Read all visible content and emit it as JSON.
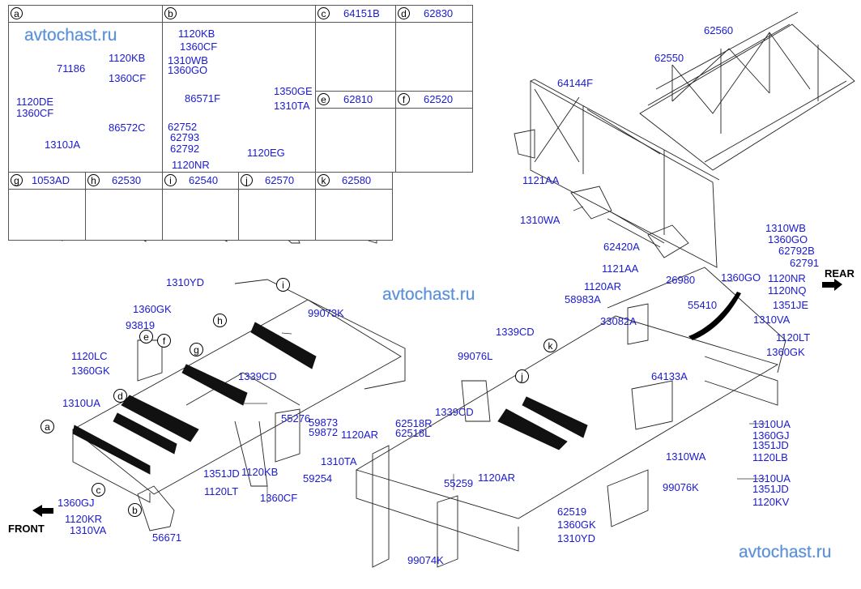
{
  "watermark": "avtochast.ru",
  "directions": {
    "front": "FRONT",
    "rear": "REAR"
  },
  "detail_cells": [
    {
      "letter": "a",
      "title": ""
    },
    {
      "letter": "b",
      "title": ""
    },
    {
      "letter": "c",
      "title": "64151B"
    },
    {
      "letter": "d",
      "title": "62830"
    },
    {
      "letter": "e",
      "title": "62810"
    },
    {
      "letter": "f",
      "title": "62520"
    },
    {
      "letter": "g",
      "title": "1053AD"
    },
    {
      "letter": "h",
      "title": "62530"
    },
    {
      "letter": "i",
      "title": "62540"
    },
    {
      "letter": "j",
      "title": "62570"
    },
    {
      "letter": "k",
      "title": "62580"
    }
  ],
  "detail_a_labels": [
    "71186",
    "1120KB",
    "1360CF",
    "1120DE",
    "1360CF",
    "86572C",
    "1310JA"
  ],
  "detail_b_labels": [
    "1120KB",
    "1360CF",
    "1310WB",
    "1360GO",
    "1350GE",
    "86571F",
    "1310TA",
    "62752",
    "62793",
    "62792",
    "1120EG",
    "1120NR"
  ],
  "main_labels": [
    "62560",
    "62550",
    "64144F",
    "1121AA",
    "1310WA",
    "62420A",
    "1310WB",
    "1360GO",
    "62792B",
    "62791",
    "1360GO",
    "1120NR",
    "1120NQ",
    "1121AA",
    "26980",
    "1120AR",
    "58983A",
    "55410",
    "33082A",
    "1351JE",
    "1310VA",
    "1120LT",
    "1360GK",
    "64133A",
    "1310YD",
    "1360GK",
    "93819",
    "99073K",
    "1120LC",
    "1360GK",
    "1339CD",
    "1310UA",
    "55276",
    "59873",
    "59872",
    "1120AR",
    "1310TA",
    "1351JD",
    "1120KB",
    "59254",
    "1120LT",
    "1360CF",
    "1360GJ",
    "1120KR",
    "1310VA",
    "56671",
    "1339CD",
    "99076L",
    "1339CD",
    "62518R",
    "62518L",
    "55259",
    "1120AR",
    "1310UA",
    "1360GJ",
    "1351JD",
    "1120LB",
    "1310WA",
    "99076K",
    "1310UA",
    "1351JD",
    "1120KV",
    "62519",
    "1360GK",
    "1310YD",
    "99074K"
  ],
  "callouts": [
    "i",
    "h",
    "e",
    "f",
    "g",
    "d",
    "a",
    "c",
    "b",
    "j",
    "k"
  ]
}
